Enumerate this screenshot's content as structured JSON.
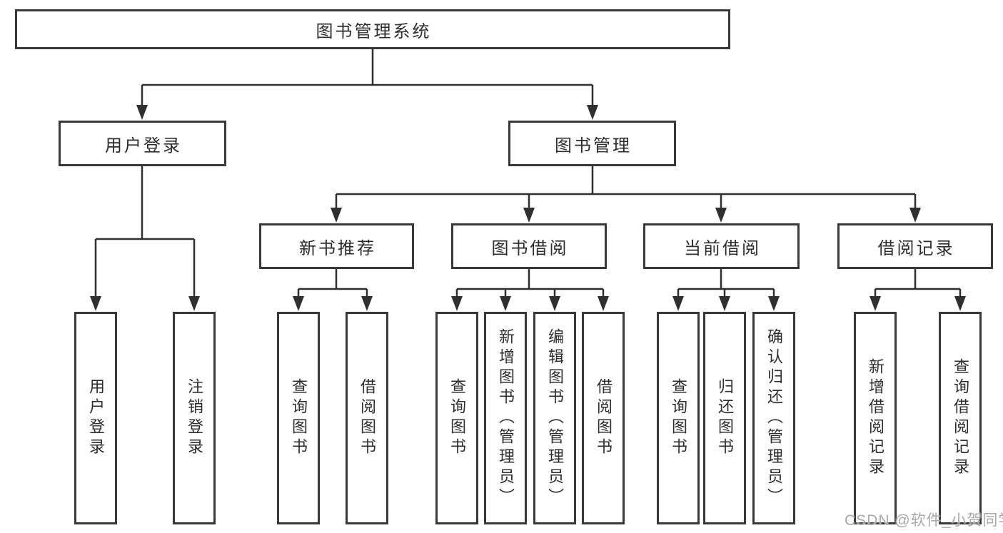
{
  "diagram": {
    "root": {
      "label": "图书管理系统"
    },
    "level2": {
      "user_login": {
        "label": "用户登录"
      },
      "book_mgmt": {
        "label": "图书管理"
      }
    },
    "level3": {
      "new_books": {
        "label": "新书推荐"
      },
      "book_borrow": {
        "label": "图书借阅"
      },
      "current_borrow": {
        "label": "当前借阅"
      },
      "borrow_records": {
        "label": "借阅记录"
      }
    },
    "leaves": {
      "login": {
        "label": "用户登录"
      },
      "logout": {
        "label": "注销登录"
      },
      "nb_query": {
        "label": "查询图书"
      },
      "nb_borrow": {
        "label": "借阅图书"
      },
      "bb_query": {
        "label": "查询图书"
      },
      "bb_add": {
        "label": "新增图书（管理员）"
      },
      "bb_edit": {
        "label": "编辑图书（管理员）"
      },
      "bb_borrow": {
        "label": "借阅图书"
      },
      "cb_query": {
        "label": "查询图书"
      },
      "cb_return": {
        "label": "归还图书"
      },
      "cb_confirm": {
        "label": "确认归还（管理员）"
      },
      "br_add": {
        "label": "新增借阅记录"
      },
      "br_query": {
        "label": "查询借阅记录"
      }
    }
  },
  "watermark": {
    "text": "CSDN @软件_小贺同学"
  },
  "colors": {
    "line": "#2f2f2f",
    "box_border": "#383838",
    "box_fill": "#ffffff",
    "text": "#2d2d2d",
    "watermark_text": "#a9a9a9"
  }
}
